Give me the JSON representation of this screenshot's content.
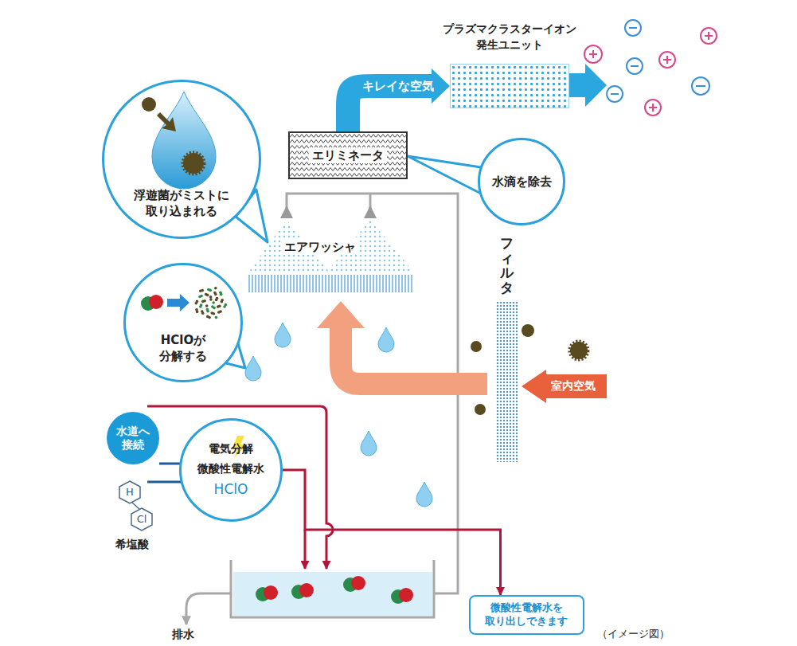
{
  "diagram": {
    "nodes": [
      {
        "text": [
          "浮遊菌がミストに 取り込まれる"
        ]
      },
      {
        "text": [
          "プラズマクラスターイオン 発生ユニット"
        ]
      },
      {
        "text": [
          "エリミネータ"
        ]
      },
      {
        "text": [
          "水滴を除去"
        ]
      },
      {
        "text": [
          "HClOが 分解する"
        ]
      },
      {
        "text": [
          "フィルタ"
        ]
      },
      {
        "text": [
          "水道へ 接続"
        ]
      },
      {
        "text": [
          "電気分解",
          "微酸性電解水",
          "HClO"
        ]
      },
      {
        "text": [
          "H"
        ]
      },
      {
        "text": [
          "Cl"
        ]
      },
      {
        "text": [
          "微酸性電解水を 取り出しできます"
        ]
      }
    ],
    "edges": [
      {
        "from": 2,
        "to": 1,
        "label": "キレイな空気",
        "arrow": "to"
      },
      {
        "from": 7,
        "to": 10,
        "arrow": "to"
      },
      {
        "from": 8,
        "to": 9,
        "arrow": "none"
      }
    ],
    "labels": [
      "エアワッシャ",
      "室内空気",
      "希塩酸",
      "排水",
      "（イメージ図）"
    ]
  }
}
